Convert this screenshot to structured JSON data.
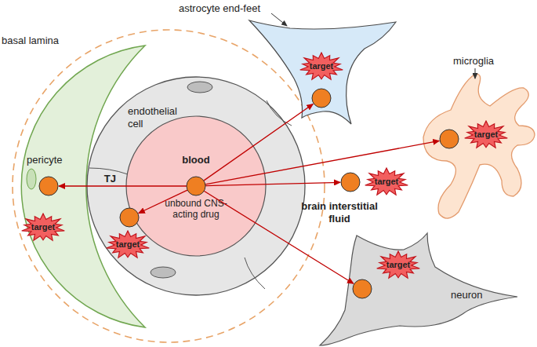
{
  "diagram": {
    "nodes": [
      {
        "text": [
          "basal lamina"
        ]
      },
      {
        "text": [
          "pericyte"
        ],
        "in": 0
      },
      {
        "text": [
          "target"
        ],
        "in": 1
      },
      {
        "text": [
          "endothelial cell"
        ],
        "in": 0
      },
      {
        "text": [
          "blood",
          "unbound CNS-acting drug"
        ],
        "in": 3
      },
      {
        "text": [
          "target"
        ],
        "in": 3
      },
      {
        "text": [
          "astrocyte end-feet"
        ]
      },
      {
        "text": [
          "target"
        ],
        "in": 6
      },
      {
        "text": [
          "microglia"
        ]
      },
      {
        "text": [
          "target"
        ],
        "in": 8
      },
      {
        "text": [
          "target"
        ]
      },
      {
        "text": [
          "neuron"
        ]
      },
      {
        "text": [
          "target"
        ],
        "in": 11
      }
    ],
    "edges": [
      {
        "from": 4,
        "to": 1,
        "arrow": "to",
        "label": "TJ"
      },
      {
        "from": 4,
        "to": 3,
        "arrow": "to"
      },
      {
        "from": 4,
        "to": 6,
        "arrow": "to"
      },
      {
        "from": 4,
        "to": 8,
        "arrow": "to"
      },
      {
        "from": 4,
        "to": 10,
        "arrow": "to"
      },
      {
        "from": 4,
        "to": 11,
        "arrow": "to"
      }
    ],
    "labels": [
      "brain interstitial fluid"
    ]
  }
}
